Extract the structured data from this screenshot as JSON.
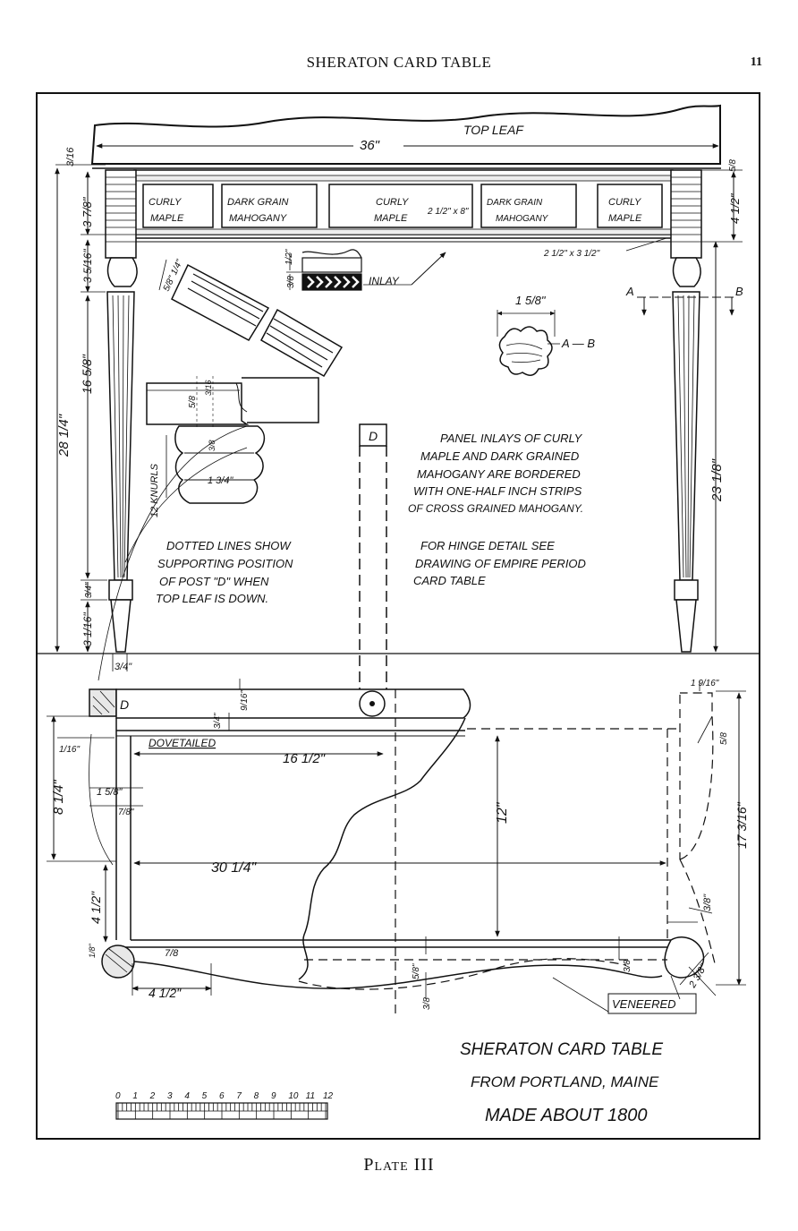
{
  "header": {
    "running_title": "SHERATON CARD TABLE",
    "page_number": "11"
  },
  "caption": {
    "plate": "Plate III"
  },
  "front_view": {
    "top_leaf_label": "TOP LEAF",
    "width_dim": "36\"",
    "top_thickness": "3/16",
    "right_top_dim": "5/8",
    "apron_dim": "4 1/2\"",
    "left_ring_dim": "3 7/8\"",
    "left_ring2_dim": "3 5/16\"",
    "left_shaft_dim": "16 5/8\"",
    "overall_height_dim": "28 1/4\"",
    "right_leg_dim": "23 1/8\"",
    "left_cuff_dim": "3/4\"",
    "left_foot_dim": "3 1/16\"",
    "foot_width_dim": "3/4\"",
    "panels": [
      {
        "line1": "CURLY",
        "line2": "MAPLE"
      },
      {
        "line1": "DARK GRAIN",
        "line2": "MAHOGANY"
      },
      {
        "line1": "CURLY",
        "line2": "MAPLE",
        "size": "2 1/2\" x 8\""
      },
      {
        "line1": "DARK GRAIN",
        "line2": "MAHOGANY"
      },
      {
        "line1": "CURLY",
        "line2": "MAPLE"
      }
    ],
    "end_panel_size": "2 1/2\" x 3 1/2\"",
    "inlay_label": "INLAY",
    "inlay_dim_top": "1/2\"",
    "inlay_dim_bottom": "3/8",
    "moulding_dim": "5/8\" 1/4\"",
    "leg_section_dim": "1 5/8\"",
    "section_label": "A — B",
    "section_a": "A",
    "section_b": "B",
    "knurl_dim_top": "3/16",
    "knurl_dim_mid": "5/8",
    "knurl_dim_bead": "3/8",
    "knurl_dim_width": "1 3/4\"",
    "knurls_label": "12 KNURLS",
    "post_label": "D"
  },
  "notes": {
    "panel_note": [
      "PANEL INLAYS OF CURLY",
      "MAPLE AND DARK GRAINED",
      "MAHOGANY ARE BORDERED",
      "WITH ONE-HALF INCH STRIPS",
      "OF CROSS GRAINED MAHOGANY."
    ],
    "dotted_note": [
      "DOTTED LINES SHOW",
      "SUPPORTING POSITION",
      "OF POST \"D\" WHEN",
      "TOP LEAF IS DOWN."
    ],
    "hinge_note": [
      "FOR HINGE DETAIL SEE",
      "DRAWING OF EMPIRE PERIOD",
      "CARD TABLE"
    ]
  },
  "plan_view": {
    "post_label": "D",
    "dovetailed_label": "DOVETAILED",
    "dim_16_half": "16 1/2\"",
    "dim_30_quarter": "30 1/4\"",
    "dim_12": "12\"",
    "dim_8_quarter": "8 1/4\"",
    "dim_4_half_left": "4 1/2\"",
    "dim_4_half_bottom": "4 1/2\"",
    "dim_17_3_16": "17 3/16\"",
    "dim_1_9_16": "1 9/16\"",
    "dim_9_16": "9/16\"",
    "dim_3_4": "3/4\"",
    "dim_1_16": "1/16\"",
    "dim_1_5_8": "1 5/8\"",
    "dim_7_8_a": "7/8\"",
    "dim_7_8_b": "7/8",
    "dim_3_8_right": "3/8\"",
    "dim_5_8_bottom": "5/8\"",
    "dim_3_8_bottom": "3/8",
    "dim_3_8_b2": "3/8",
    "dim_1_8": "1/8\"",
    "dim_2_3_8": "2 3/8\"",
    "dim_5_8_right": "5/8",
    "veneered_label": "VENEERED"
  },
  "scale": {
    "ticks": [
      "0",
      "1",
      "2",
      "3",
      "4",
      "5",
      "6",
      "7",
      "8",
      "9",
      "10",
      "11",
      "12"
    ]
  },
  "title_block": {
    "line1": "SHERATON CARD TABLE",
    "line2": "FROM PORTLAND, MAINE",
    "line3": "MADE ABOUT 1800"
  }
}
